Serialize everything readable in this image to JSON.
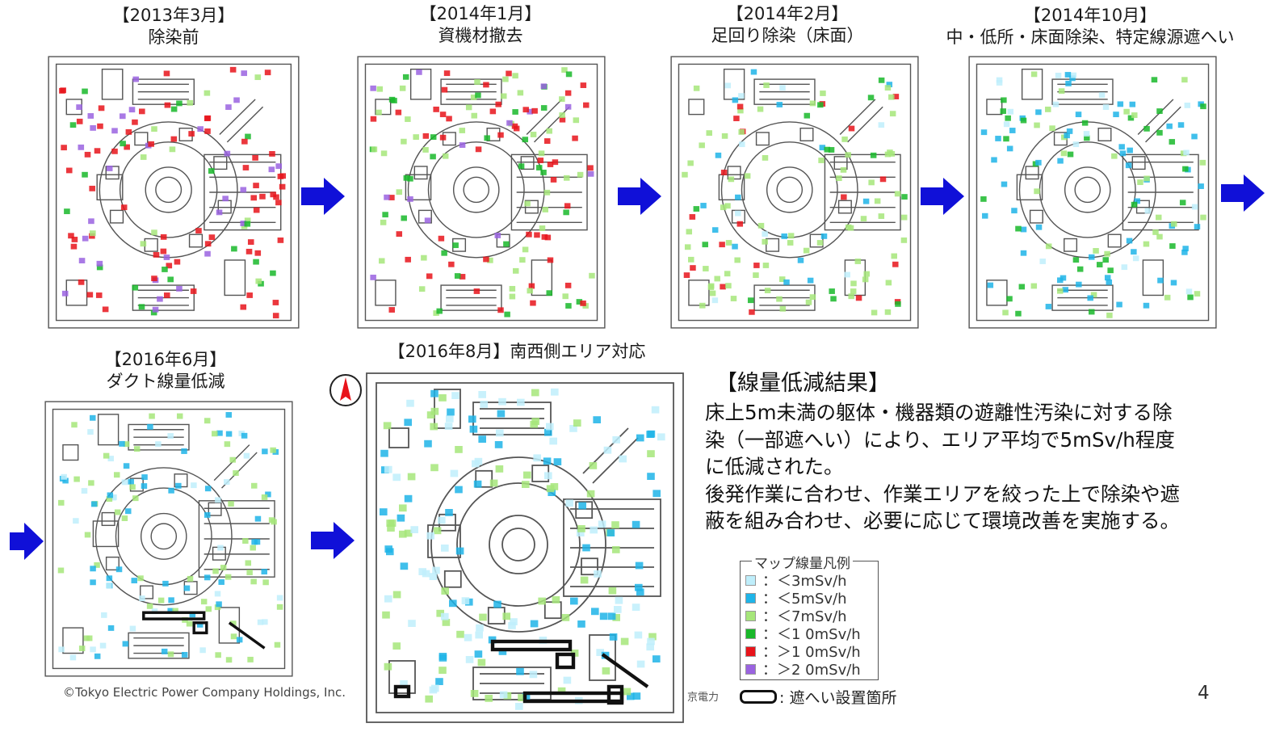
{
  "maps": [
    {
      "id": "m1",
      "caption_line1": "【2013年3月】",
      "caption_line2": "除染前"
    },
    {
      "id": "m2",
      "caption_line1": "【2014年1月】",
      "caption_line2": "資機材撤去"
    },
    {
      "id": "m3",
      "caption_line1": "【2014年2月】",
      "caption_line2": "足回り除染（床面）"
    },
    {
      "id": "m4",
      "caption_line1": "【2014年10月】",
      "caption_line2": "中・低所・床面除染、特定線源遮へい"
    },
    {
      "id": "m5",
      "caption_line1": "【2016年6月】",
      "caption_line2": "ダクト線量低減"
    },
    {
      "id": "m6",
      "caption_line1": "【2016年8月】南西側エリア対応",
      "caption_line2": ""
    }
  ],
  "result": {
    "title": "【線量低減結果】",
    "lines": [
      "床上5m未満の躯体・機器類の遊離性汚染に対する除",
      "染（一部遮へい）により、エリア平均で5mSv/h程度",
      "に低減された。",
      "後発作業に合わせ、作業エリアを絞った上で除染や遮",
      "蔽を組み合わせ、必要に応じて環境改善を実施する。"
    ]
  },
  "legend": {
    "title": "マップ線量凡例",
    "items": [
      {
        "label": "：＜3mSv/h",
        "color": "#bfeefb"
      },
      {
        "label": "：＜5mSv/h",
        "color": "#1fb4e8"
      },
      {
        "label": "：＜7mSv/h",
        "color": "#a6e67a"
      },
      {
        "label": "：＜1 0mSv/h",
        "color": "#19b82a"
      },
      {
        "label": "：＞1 0mSv/h",
        "color": "#e8141b"
      },
      {
        "label": "：＞2 0mSv/h",
        "color": "#9a63e0"
      }
    ]
  },
  "shield_note": "遮へい設置箇所",
  "copyright": "©Tokyo Electric Power Company Holdings, Inc.",
  "tepco_partial": "京電力",
  "page_number": "4",
  "colors": {
    "arrow": "#1010d8",
    "compass": "#e8141b",
    "map_line": "#555555"
  },
  "icons": [
    "right-arrow-icon",
    "north-compass-icon",
    "shield-symbol-icon"
  ]
}
